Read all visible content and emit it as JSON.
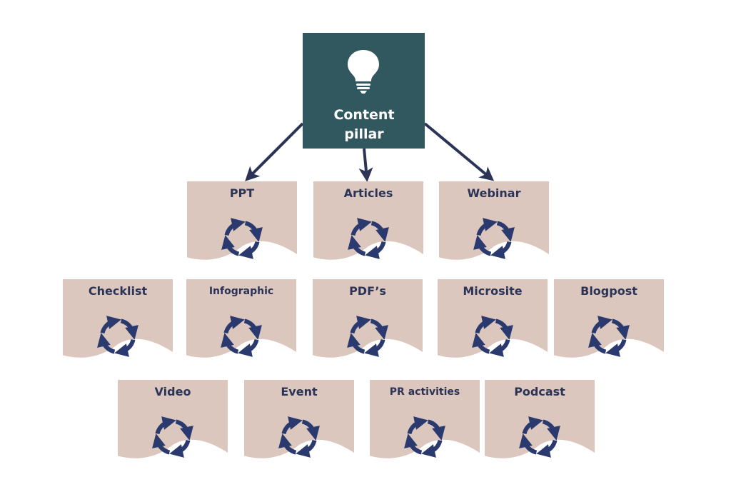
{
  "colors": {
    "pillar_fill": "#32585F",
    "card_fill": "#DCC7BE",
    "text_dark": "#2B3456",
    "cycle_icon": "#2B3A6E",
    "arrow": "#2B3456"
  },
  "pillar": {
    "title_line1": "Content",
    "title_line2": "pillar",
    "icon": "lightbulb-icon"
  },
  "rows": [
    {
      "items": [
        {
          "label": "PPT",
          "icon": "cycle-icon"
        },
        {
          "label": "Articles",
          "icon": "cycle-icon"
        },
        {
          "label": "Webinar",
          "icon": "cycle-icon"
        }
      ]
    },
    {
      "items": [
        {
          "label": "Checklist",
          "icon": "cycle-icon"
        },
        {
          "label": "Infographic",
          "icon": "cycle-icon"
        },
        {
          "label": "PDF’s",
          "icon": "cycle-icon"
        },
        {
          "label": "Microsite",
          "icon": "cycle-icon"
        },
        {
          "label": "Blogpost",
          "icon": "cycle-icon"
        }
      ]
    },
    {
      "items": [
        {
          "label": "Video",
          "icon": "cycle-icon"
        },
        {
          "label": "Event",
          "icon": "cycle-icon"
        },
        {
          "label": "PR activities",
          "icon": "cycle-icon"
        },
        {
          "label": "Podcast",
          "icon": "cycle-icon"
        }
      ]
    }
  ]
}
